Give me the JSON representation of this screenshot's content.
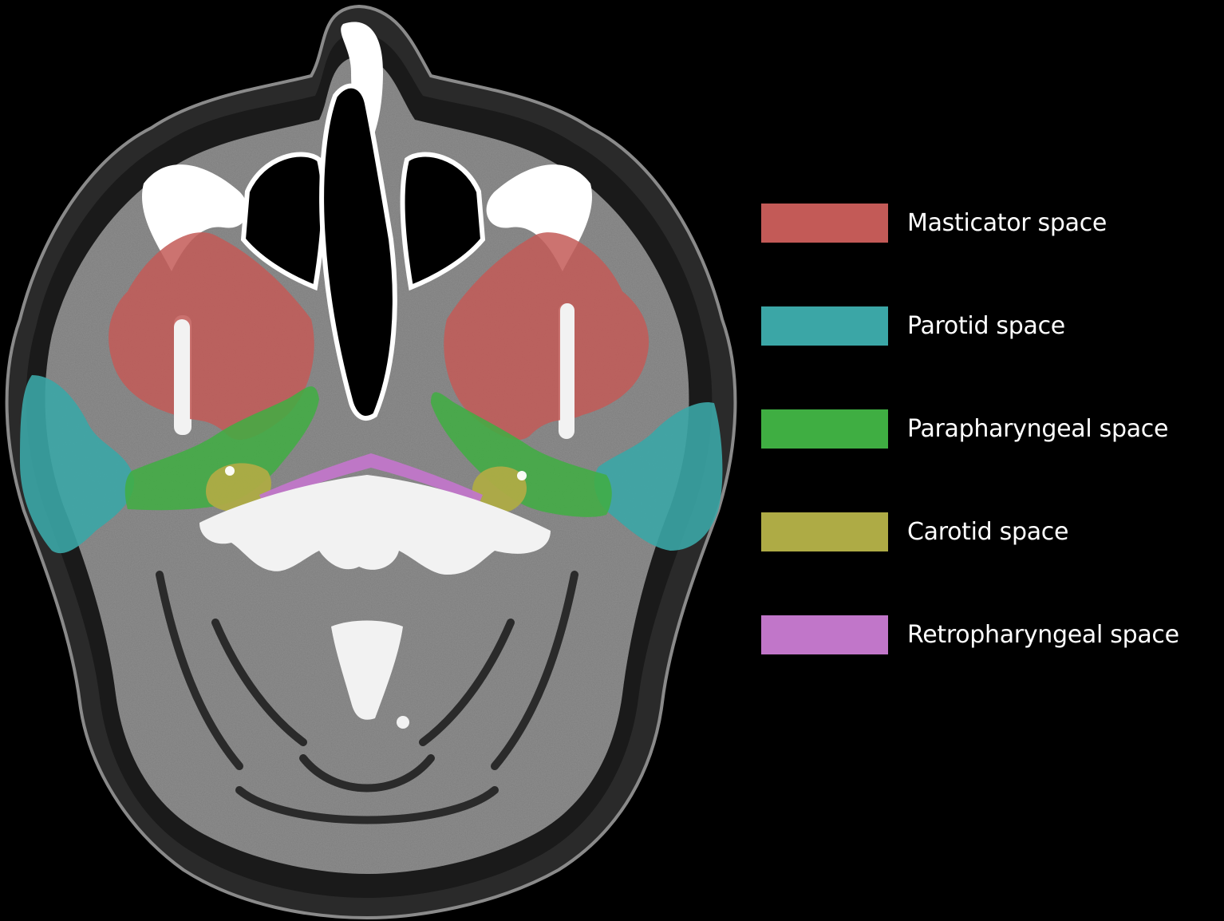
{
  "figure": {
    "legend": [
      {
        "label": "Masticator space",
        "color": "#c35a57"
      },
      {
        "label": "Parotid space",
        "color": "#3ba6a6"
      },
      {
        "label": "Parapharyngeal space",
        "color": "#3fae42"
      },
      {
        "label": "Carotid space",
        "color": "#aeab45"
      },
      {
        "label": "Retropharyngeal space",
        "color": "#c176c9"
      }
    ]
  }
}
